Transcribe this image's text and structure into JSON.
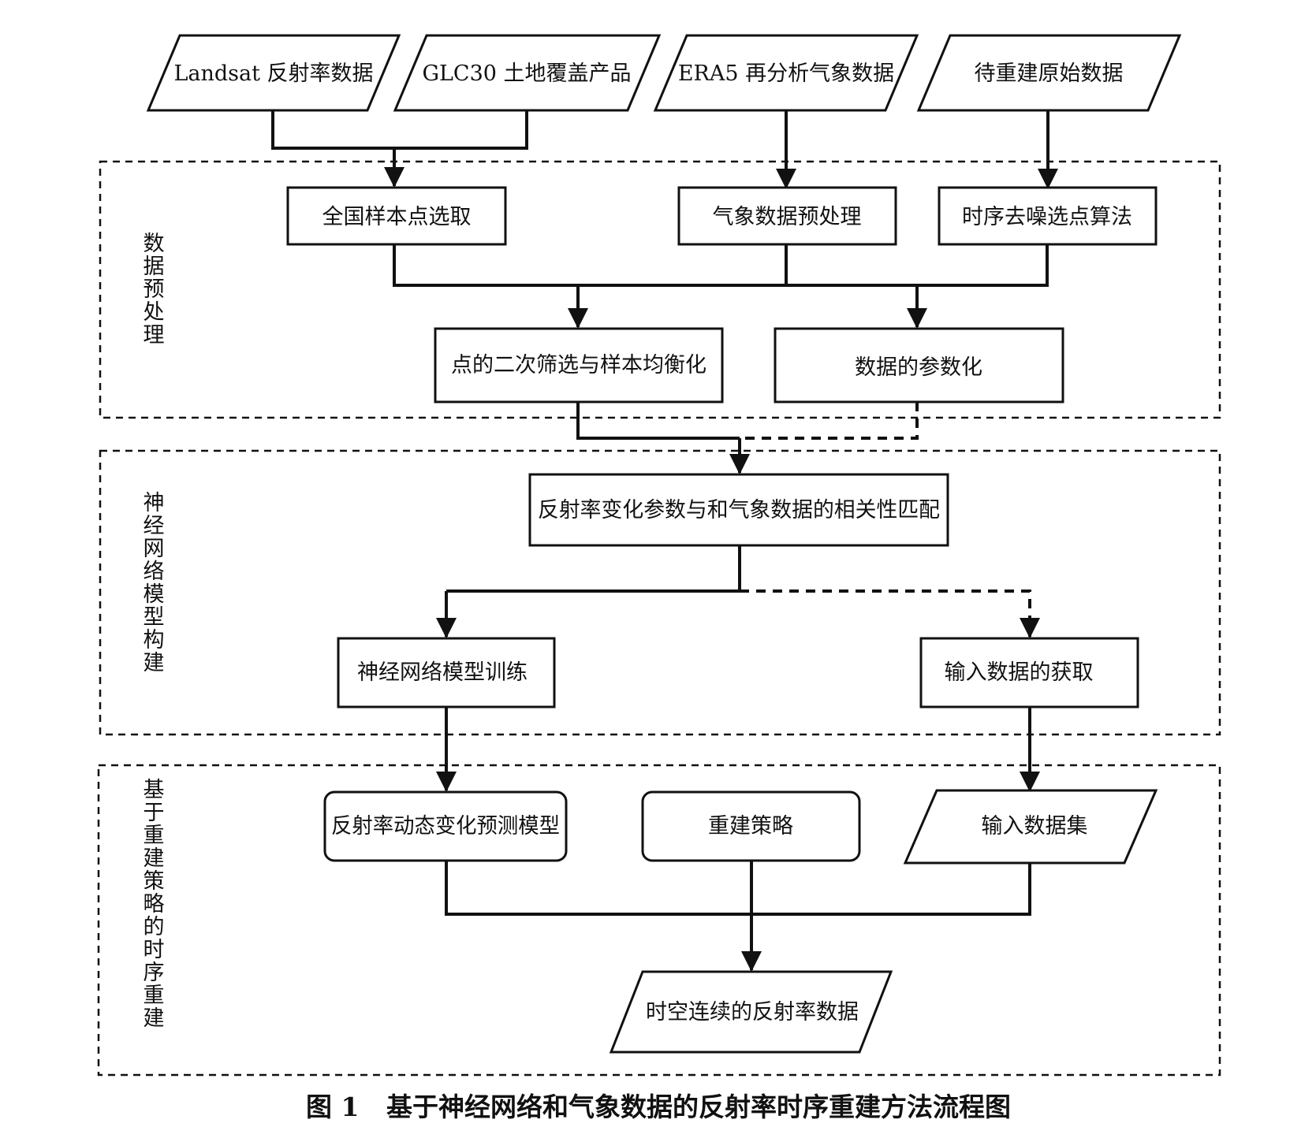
{
  "inputs": {
    "landsat": "Landsat 反射率数据",
    "glc30": "GLC30 土地覆盖产品",
    "era5": "ERA5 再分析气象数据",
    "raw": "待重建原始数据"
  },
  "groups": {
    "preprocess": "数据预处理",
    "model": "神经网络模型构建",
    "reconstruct": "基于重建策略的时序重建"
  },
  "preprocess": {
    "sample_select": "全国样本点选取",
    "meteo_preprocess": "气象数据预处理",
    "denoise": "时序去噪选点算法",
    "secondary_filter": "点的二次筛选与样本均衡化",
    "parameterize": "数据的参数化"
  },
  "model": {
    "correlation": "反射率变化参数与和气象数据的相关性匹配",
    "training": "神经网络模型训练",
    "input_acquire": "输入数据的获取"
  },
  "reconstruct": {
    "prediction_model": "反射率动态变化预测模型",
    "strategy": "重建策略",
    "input_dataset": "输入数据集",
    "output": "时空连续的反射率数据"
  },
  "caption": "图 1   基于神经网络和气象数据的反射率时序重建方法流程图"
}
